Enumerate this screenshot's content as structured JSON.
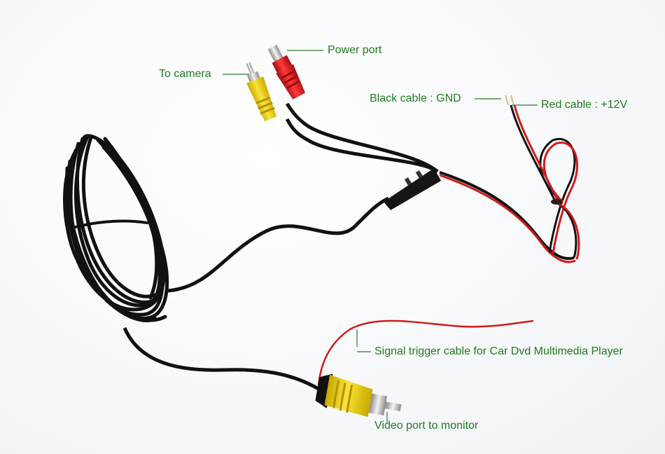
{
  "labels": {
    "power_port": "Power port",
    "to_camera": "To camera",
    "black_cable": "Black cable : GND",
    "red_cable": "Red cable : +12V",
    "signal_trigger": "Signal trigger cable for Car Dvd Multimedia Player",
    "video_port": "Video port to monitor"
  },
  "colors": {
    "label_text": "#1f7a1f",
    "leader_line": "#2a7a2a",
    "cable_black": "#111111",
    "cable_red": "#d11a1a",
    "connector_yellow": "#f2d21a",
    "connector_red": "#e0161e"
  }
}
